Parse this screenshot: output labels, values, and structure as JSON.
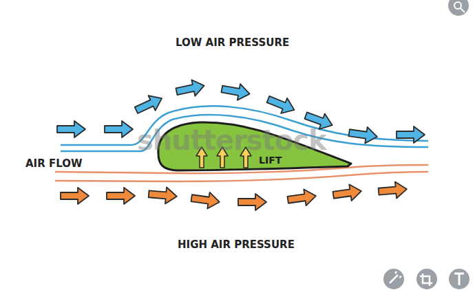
{
  "diagram": {
    "nodes": [
      {
        "text": [
          "LIFT"
        ]
      }
    ],
    "labels": [
      "LOW AIR PRESSURE",
      "AIR FLOW",
      "HIGH AIR PRESSURE",
      "shutterstock"
    ]
  }
}
